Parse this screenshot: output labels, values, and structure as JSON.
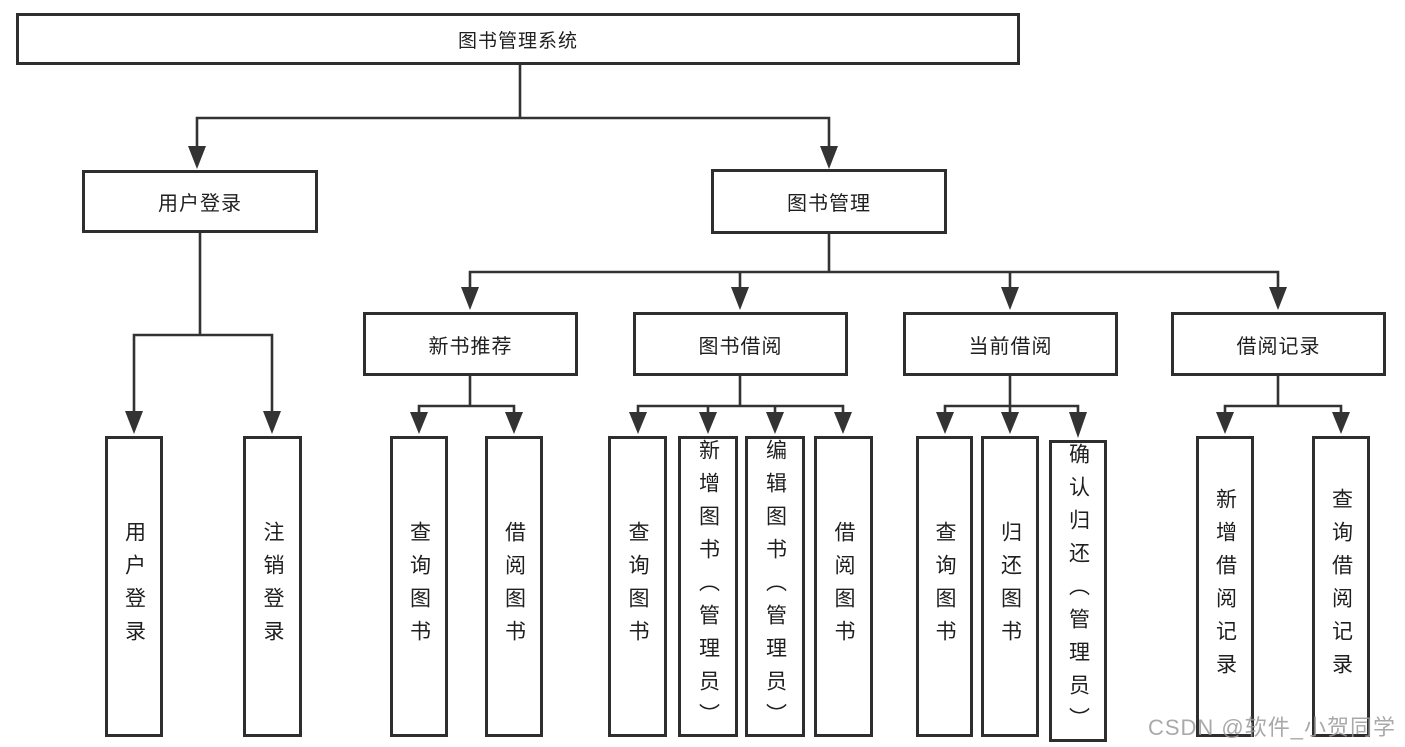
{
  "diagram": {
    "title": "图书管理系统",
    "level2": [
      {
        "label": "用户登录"
      },
      {
        "label": "图书管理"
      }
    ],
    "level3": [
      {
        "label": "新书推荐"
      },
      {
        "label": "图书借阅"
      },
      {
        "label": "当前借阅"
      },
      {
        "label": "借阅记录"
      }
    ],
    "leaves": {
      "user_login": [
        "用户登录",
        "注销登录"
      ],
      "new_book": [
        "查询图书",
        "借阅图书"
      ],
      "borrow": [
        "查询图书",
        "新增图书（管理员）",
        "编辑图书（管理员）",
        "借阅图书"
      ],
      "current": [
        "查询图书",
        "归还图书",
        "确认归还（管理员）"
      ],
      "records": [
        "新增借阅记录",
        "查询借阅记录"
      ]
    },
    "watermark": "CSDN @软件_小贺同学",
    "colors": {
      "line": "#333333",
      "box_border": "#2e2e2e",
      "text": "#1f1f1f",
      "watermark": "#9b9b9b",
      "background": "#ffffff"
    }
  }
}
